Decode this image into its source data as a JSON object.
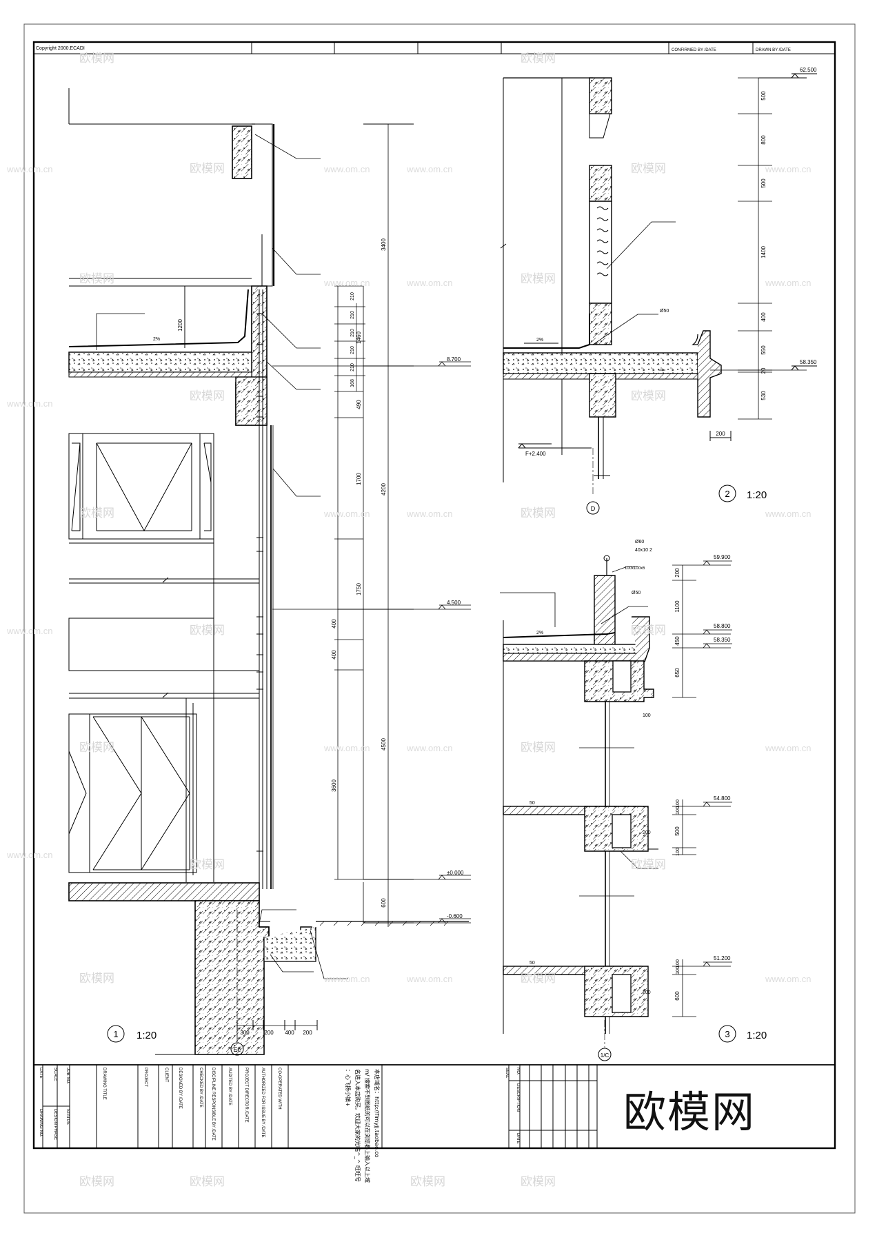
{
  "header": {
    "copyright": "Copyright 2000.ECADI",
    "confirmed_by": "CONFIRMED BY /DATE",
    "drawn_by": "DRAWN BY /DATE"
  },
  "detail1": {
    "number": "1",
    "scale": "1:20",
    "axis": "Ee",
    "levels": [
      "8.700",
      "4.500",
      "±0.000",
      "-0.600"
    ],
    "dims_outer": [
      "3400",
      "4200",
      "4500",
      "600"
    ],
    "dims_inner": [
      "1460",
      "490",
      "1700",
      "1750",
      "400",
      "400",
      "3600"
    ],
    "dims_steps": [
      "210",
      "210",
      "210",
      "210",
      "210",
      "168"
    ],
    "dims_bottom": [
      "300",
      "200",
      "400",
      "200"
    ],
    "slope": "2%",
    "parapet_height": "1200"
  },
  "detail2": {
    "number": "2",
    "scale": "1:20",
    "axis": "D",
    "levels": [
      "62.500",
      "58.350",
      "F+2.400"
    ],
    "dims": [
      "500",
      "800",
      "500",
      "1400",
      "400",
      "550",
      "20",
      "530"
    ],
    "dim_bottom": "200",
    "pipe": "Ø50",
    "slope": "2%"
  },
  "detail3": {
    "number": "3",
    "scale": "1:20",
    "axis": "1/C",
    "levels": [
      "59.900",
      "58.800",
      "58.350",
      "54.800",
      "51.200"
    ],
    "dims_top": [
      "200",
      "1100",
      "450",
      "650"
    ],
    "dims_mid": [
      "100",
      "100",
      "500",
      "100"
    ],
    "dims_low": [
      "100",
      "100",
      "600"
    ],
    "dim_small": [
      "100",
      "200",
      "200"
    ],
    "rail_labels": [
      "Ø60",
      "40x10  2",
      "100x100x6",
      "Ø50"
    ],
    "slope": "2%",
    "small_50": [
      "50",
      "50"
    ]
  },
  "title_block": {
    "left_labels": [
      "DATE",
      "SCALE",
      "JOB NO.",
      "STATUS",
      "DESIGN PHASE",
      "DRAWING NO."
    ],
    "columns": [
      "DRAWING TITLE",
      "PROJECT",
      "CLIENT",
      "DESIGNED BY /DATE",
      "CHECKED BY /DATE",
      "DISCIPLINE RESPONSIBLE BY /DATE",
      "AUDITED BY /DATE",
      "PROJECT DIRECTOR /DATE",
      "AUTHORIZED FOR ISSUE BY /DATE",
      "CO-OPERATED WITH"
    ],
    "note": "本店域名：http://flmyjj.taobao.com/ 搜索不到图纸的可以在浏览器上输入以上域名进入本店购买。欢迎大家的光临^_^ 旺旺号：心飞扬小镇+",
    "right_labels": [
      "NO.",
      "DESCRIPTION",
      "DATE",
      "SEAL"
    ],
    "logo": "欧模网"
  },
  "watermark": {
    "text": "欧模网",
    "url": "www.om.cn"
  }
}
